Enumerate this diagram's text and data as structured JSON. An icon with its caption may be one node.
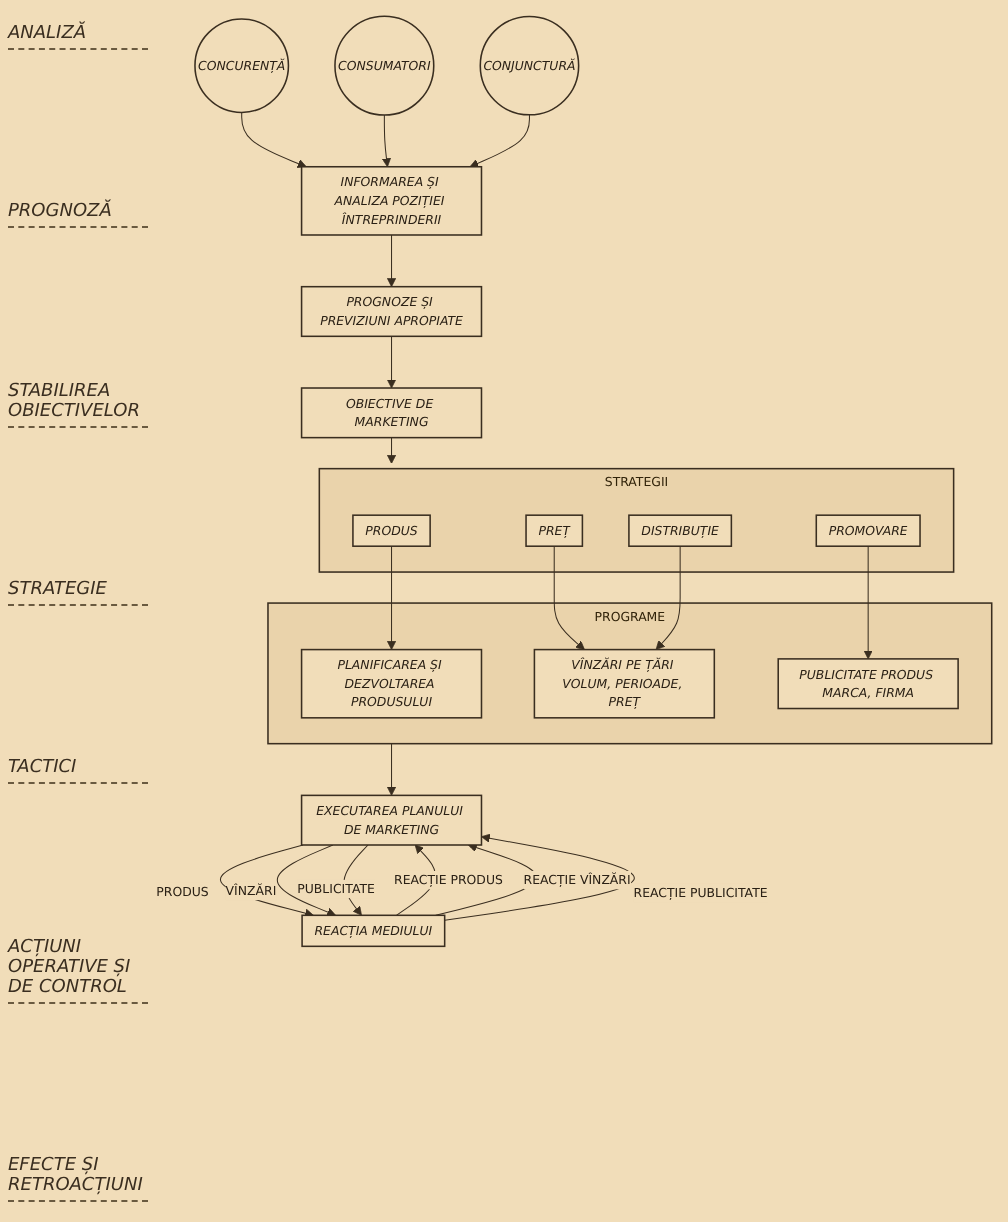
{
  "diagram": {
    "nodes": [
      {
        "text": [
          "CONCURENȚĂ"
        ]
      },
      {
        "text": [
          "CONSUMATORI"
        ]
      },
      {
        "text": [
          "CONJUNCTURĂ"
        ]
      },
      {
        "text": [
          "INFORMAREA ȘI ANALIZA POZIȚIEI ÎNTREPRINDERII"
        ]
      },
      {
        "text": [
          "PROGNOZE ȘI PREVIZIUNI APROPIATE"
        ]
      },
      {
        "text": [
          "OBIECTIVE DE MARKETING"
        ]
      },
      {
        "text": [
          "STRATEGII"
        ]
      },
      {
        "text": [
          "PRODUS"
        ],
        "in": 6
      },
      {
        "text": [
          "PREȚ"
        ],
        "in": 6
      },
      {
        "text": [
          "DISTRIBUȚIE"
        ],
        "in": 6
      },
      {
        "text": [
          "PROMOVARE"
        ],
        "in": 6
      },
      {
        "text": [
          "PROGRAME"
        ]
      },
      {
        "text": [
          "PLANIFICAREA ȘI DEZVOLTAREA PRODUSULUI"
        ],
        "in": 11
      },
      {
        "text": [
          "VÎNZĂRI PE ȚĂRI VOLUM, PERIOADE, PREȚ"
        ],
        "in": 11
      },
      {
        "text": [
          "PUBLICITATE PRODUS MARCA, FIRMA"
        ],
        "in": 11
      },
      {
        "text": [
          "EXECUTAREA PLANULUI DE MARKETING"
        ]
      },
      {
        "text": [
          "REACȚIA MEDIULUI"
        ]
      }
    ],
    "edges": [
      {
        "from": 0,
        "to": 3,
        "arrow": "to"
      },
      {
        "from": 1,
        "to": 3,
        "arrow": "to"
      },
      {
        "from": 2,
        "to": 3,
        "arrow": "to"
      },
      {
        "from": 3,
        "to": 4,
        "arrow": "to"
      },
      {
        "from": 4,
        "to": 5,
        "arrow": "to"
      },
      {
        "from": 5,
        "to": 6,
        "arrow": "to"
      },
      {
        "from": 7,
        "to": 12,
        "arrow": "to"
      },
      {
        "from": 8,
        "to": 13,
        "arrow": "to"
      },
      {
        "from": 9,
        "to": 13,
        "arrow": "to"
      },
      {
        "from": 10,
        "to": 14,
        "arrow": "to"
      },
      {
        "from": 11,
        "to": 15,
        "arrow": "to"
      },
      {
        "from": 15,
        "to": 16,
        "label": "PRODUS",
        "arrow": "to"
      },
      {
        "from": 15,
        "to": 16,
        "label": "VÎNZĂRI",
        "arrow": "to"
      },
      {
        "from": 15,
        "to": 16,
        "label": "PUBLICITATE",
        "arrow": "to"
      },
      {
        "from": 16,
        "to": 15,
        "label": "REACȚIE PRODUS",
        "arrow": "to"
      },
      {
        "from": 16,
        "to": 15,
        "label": "REACȚIE VÎNZĂRI",
        "arrow": "to"
      },
      {
        "from": 16,
        "to": 15,
        "label": "REACȚIE PUBLICITATE",
        "arrow": "to"
      }
    ],
    "labels": [
      "ANALIZĂ",
      "PROGNOZĂ",
      "STABILIREA OBIECTIVELOR",
      "STRATEGIE",
      "TACTICI",
      "ACȚIUNI OPERATIVE ȘI DE CONTROL",
      "EFECTE ȘI RETROACȚIUNI"
    ]
  }
}
